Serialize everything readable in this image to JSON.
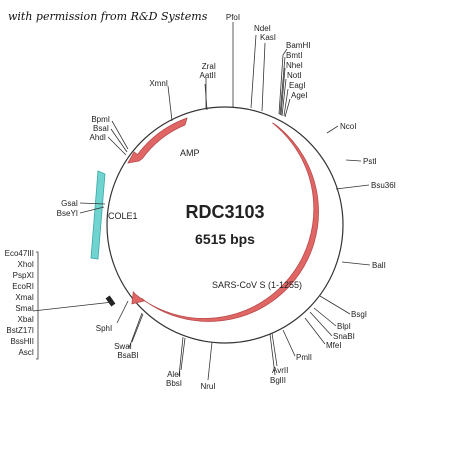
{
  "caption": "with permission from R&D Systems",
  "plasmid": {
    "name": "RDC3103",
    "size_label": "6515 bps"
  },
  "features": {
    "amp": "AMP",
    "cole1": "COLE1",
    "insert": "SARS-CoV S (1-1255)"
  },
  "sites": {
    "pfol": "PfoI",
    "ndel": "NdeI",
    "kasl": "KasI",
    "bamhl": "BamHI",
    "bmtl": "BmtI",
    "nhel": "NheI",
    "notl": "NotI",
    "eagl": "EagI",
    "agel": "AgeI",
    "ncol": "NcoI",
    "pstl": "PstI",
    "bsu36l": "Bsu36I",
    "ball": "BalI",
    "bsgl": "BsgI",
    "blpl": "BlpI",
    "snabl": "SnaBI",
    "mfel": "MfeI",
    "pmll": "PmlI",
    "avrll": "AvrII",
    "bglll": "BglII",
    "nrul": "NruI",
    "alel": "AleI",
    "bbsl": "BbsI",
    "swal": "SwaI",
    "bsabl": "BsaBI",
    "sphl": "SphI",
    "zral": "ZraI",
    "aatll": "AatII",
    "xmnl": "XmnI",
    "bpml": "BpmI",
    "bsal": "BsaI",
    "ahdl": "AhdI",
    "gsal": "GsaI",
    "bseyl": "BseYI",
    "eco47lll": "Eco47III",
    "xhol": "XhoI",
    "pspxl": "PspXI",
    "ecorl": "EcoRI",
    "xmal": "XmaI",
    "smal": "SmaI",
    "xbal": "XbaI",
    "bstz17l": "BstZ17I",
    "bsshll": "BssHII",
    "ascl": "AscI"
  }
}
